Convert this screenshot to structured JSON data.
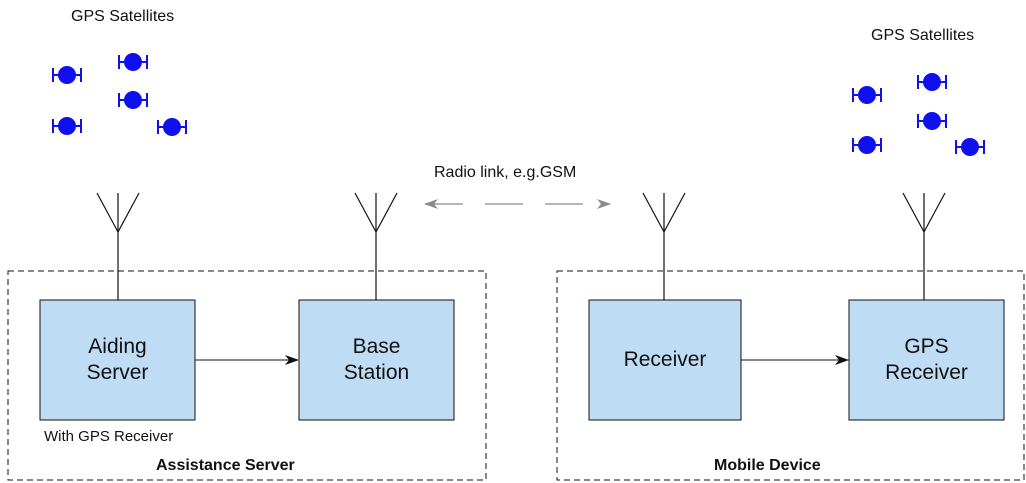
{
  "left_group": {
    "satellites_label": "GPS Satellites",
    "group_label": "Assistance Server",
    "note": "With GPS Receiver",
    "box1": {
      "line1": "Aiding",
      "line2": "Server"
    },
    "box2": {
      "line1": "Base",
      "line2": "Station"
    }
  },
  "right_group": {
    "satellites_label": "GPS Satellites",
    "group_label": "Mobile Device",
    "box1": {
      "line1": "Receiver"
    },
    "box2": {
      "line1": "GPS",
      "line2": "Receiver"
    }
  },
  "radio_link_label": "Radio link, e.g.GSM",
  "colors": {
    "box_fill": "#bfdcf5",
    "satellite": "#1010ee",
    "radio_arrow": "#8a8a8a",
    "stroke": "#111111"
  }
}
